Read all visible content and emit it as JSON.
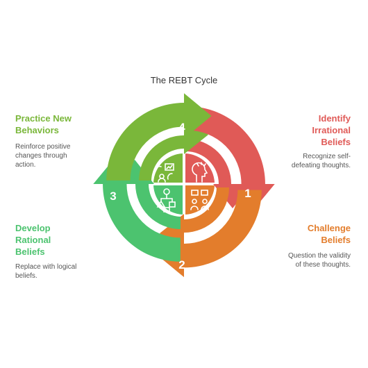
{
  "title": "The REBT Cycle",
  "colors": {
    "red": "#E05A57",
    "orange": "#E37D2C",
    "green": "#4CC36F",
    "lime": "#7AB73A"
  },
  "steps": [
    {
      "number": "1",
      "heading_lines": [
        "Identify",
        "Irrational",
        "Beliefs"
      ],
      "description_lines": [
        "Recognize self-",
        "defeating thoughts."
      ],
      "icon": "head-thought-icon"
    },
    {
      "number": "2",
      "heading_lines": [
        "Challenge",
        "Beliefs"
      ],
      "description_lines": [
        "Question the validity",
        "of these thoughts."
      ],
      "icon": "debate-icon"
    },
    {
      "number": "3",
      "heading_lines": [
        "Develop",
        "Rational",
        "Beliefs"
      ],
      "description_lines": [
        "Replace with logical",
        "beliefs."
      ],
      "icon": "idea-flowchart-icon"
    },
    {
      "number": "4",
      "heading_lines": [
        "Practice New",
        "Behaviors"
      ],
      "description_lines": [
        "Reinforce positive",
        "changes through",
        "action."
      ],
      "icon": "presentation-icon"
    }
  ]
}
